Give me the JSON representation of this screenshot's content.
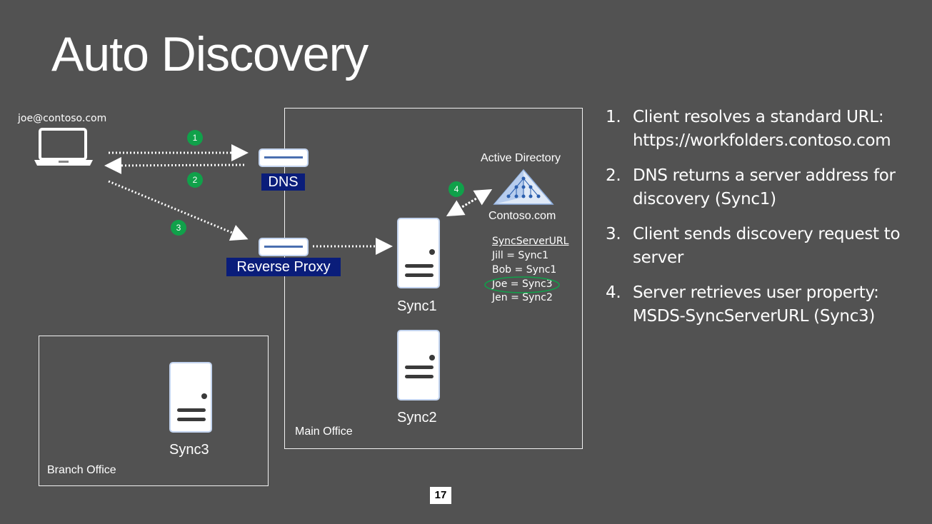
{
  "slide": {
    "title": "Auto Discovery",
    "page_number": "17"
  },
  "client": {
    "email": "joe@contoso.com",
    "icon": "laptop-icon"
  },
  "badges": [
    "1",
    "2",
    "3",
    "4"
  ],
  "dns": {
    "label": "DNS",
    "icon": "network-appliance-icon"
  },
  "proxy": {
    "label": "Reverse Proxy",
    "icon": "network-appliance-icon"
  },
  "active_directory": {
    "title": "Active Directory",
    "domain": "Contoso.com",
    "icon": "active-directory-pyramid-icon",
    "table_header": "SyncServerURL",
    "entries": [
      "Jill = Sync1",
      "Bob = Sync1",
      "Joe = Sync3",
      "Jen = Sync2"
    ],
    "highlighted_entry": "Joe = Sync3"
  },
  "servers": {
    "sync1": "Sync1",
    "sync2": "Sync2",
    "sync3": "Sync3"
  },
  "regions": {
    "main_office": "Main Office",
    "branch_office": "Branch Office"
  },
  "steps": [
    {
      "num": "1.",
      "text": "Client resolves a standard URL: https://workfolders.contoso.com"
    },
    {
      "num": "2.",
      "text": "DNS returns a server address for discovery (Sync1)"
    },
    {
      "num": "3.",
      "text": "Client sends discovery request to server"
    },
    {
      "num": "4.",
      "text": "Server retrieves user property: MSDS-SyncServerURL (Sync3)"
    }
  ],
  "colors": {
    "background": "#525252",
    "badge": "#10a14a",
    "tag": "#0a1d7a",
    "highlight_ring": "#10a14a"
  }
}
